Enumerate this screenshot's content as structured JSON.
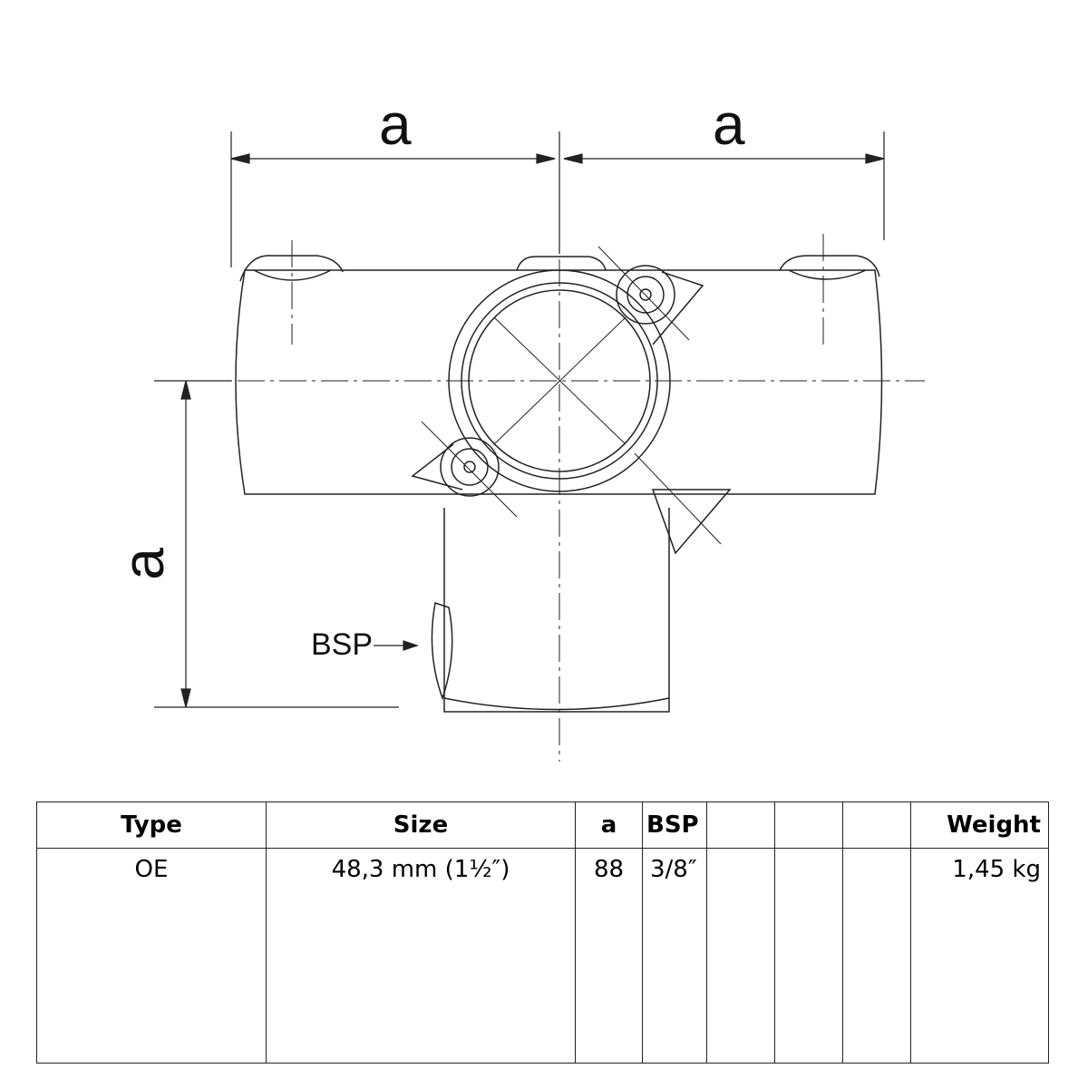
{
  "drawing": {
    "dim_top_left": "a",
    "dim_top_right": "a",
    "dim_vertical": "a",
    "bsp_label": "BSP"
  },
  "table": {
    "headers": [
      "Type",
      "Size",
      "a",
      "BSP",
      "",
      "",
      "",
      "Weight"
    ],
    "rows": [
      [
        "OE",
        "48,3 mm (1½″)",
        "88",
        "3/8″",
        "",
        "",
        "",
        "1,45 kg"
      ]
    ]
  }
}
